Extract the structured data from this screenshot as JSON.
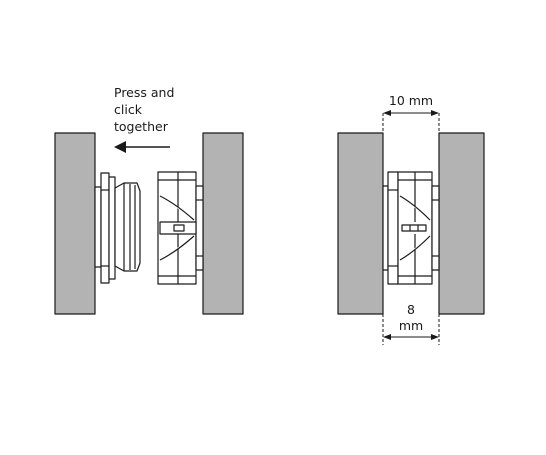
{
  "left_panel": {
    "instruction_lines": [
      "Press and",
      "click",
      "together"
    ]
  },
  "right_panel": {
    "top_dimension": "10 mm",
    "bottom_dimension_lines": [
      "8",
      "mm"
    ]
  },
  "colors": {
    "wall_fill": "#b3b3b3",
    "outline": "#1a1a1a",
    "background": "#ffffff"
  }
}
